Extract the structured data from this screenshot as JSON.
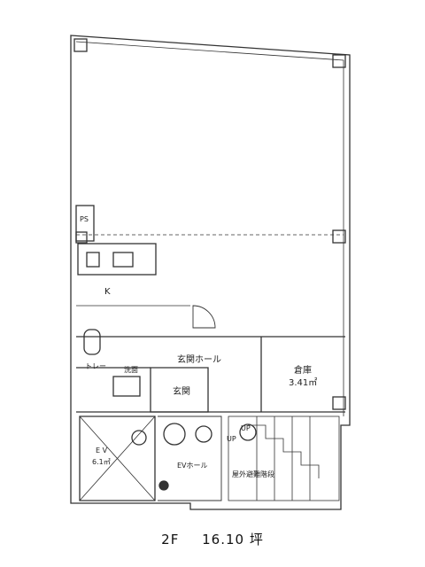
{
  "floor_plan": {
    "room_labels": {
      "ps": "PS",
      "kitchen": "K",
      "entrance_hall": "玄関ホール",
      "storage": "倉庫",
      "storage_area": "3.41㎡",
      "entrance": "玄関",
      "toilet": "トレー",
      "washroom": "洗面",
      "ev": "E V",
      "ev_area": "6.1㎡",
      "elevator_hall": "EVホール",
      "outdoor_stairs": "屋外避難階段",
      "step_mark_1": "UP",
      "step_mark_2": "UP"
    },
    "caption": {
      "floor": "2F",
      "area": "16.10 坪"
    }
  }
}
